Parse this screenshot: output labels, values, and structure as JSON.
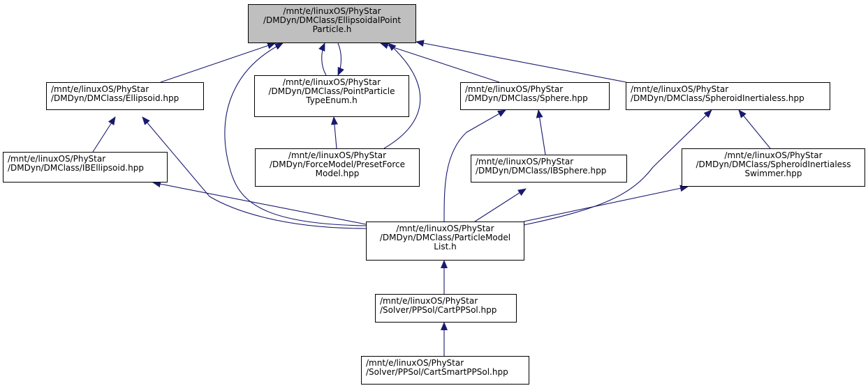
{
  "colors": {
    "edge": "#191970",
    "focus_fill": "#bfbfbf",
    "node_fill": "#ffffff",
    "border": "#000000"
  },
  "nodes": {
    "ellipsoidal_point_particle": {
      "lines": [
        "/mnt/e/linuxOS/PhyStar",
        "/DMDyn/DMClass/EllipsoidalPoint",
        "Particle.h"
      ]
    },
    "ellipsoid": {
      "lines": [
        "/mnt/e/linuxOS/PhyStar",
        "/DMDyn/DMClass/Ellipsoid.hpp"
      ]
    },
    "point_particle_type_enum": {
      "lines": [
        "/mnt/e/linuxOS/PhyStar",
        "/DMDyn/DMClass/PointParticle",
        "TypeEnum.h"
      ]
    },
    "sphere": {
      "lines": [
        "/mnt/e/linuxOS/PhyStar",
        "/DMDyn/DMClass/Sphere.hpp"
      ]
    },
    "spheroid_inertialess": {
      "lines": [
        "/mnt/e/linuxOS/PhyStar",
        "/DMDyn/DMClass/SpheroidInertialess.hpp"
      ]
    },
    "ib_ellipsoid": {
      "lines": [
        "/mnt/e/linuxOS/PhyStar",
        "/DMDyn/DMClass/IBEllipsoid.hpp"
      ]
    },
    "preset_force_model": {
      "lines": [
        "/mnt/e/linuxOS/PhyStar",
        "/DMDyn/ForceModel/PresetForce",
        "Model.hpp"
      ]
    },
    "ib_sphere": {
      "lines": [
        "/mnt/e/linuxOS/PhyStar",
        "/DMDyn/DMClass/IBSphere.hpp"
      ]
    },
    "spheroid_inertialess_swimmer": {
      "lines": [
        "/mnt/e/linuxOS/PhyStar",
        "/DMDyn/DMClass/SpheroidInertialess",
        "Swimmer.hpp"
      ]
    },
    "particle_model_list": {
      "lines": [
        "/mnt/e/linuxOS/PhyStar",
        "/DMDyn/DMClass/ParticleModel",
        "List.h"
      ]
    },
    "cart_pp_sol": {
      "lines": [
        "/mnt/e/linuxOS/PhyStar",
        "/Solver/PPSol/CartPPSol.hpp"
      ]
    },
    "cart_smart_pp_sol": {
      "lines": [
        "/mnt/e/linuxOS/PhyStar",
        "/Solver/PPSol/CartSmartPPSol.hpp"
      ]
    }
  }
}
